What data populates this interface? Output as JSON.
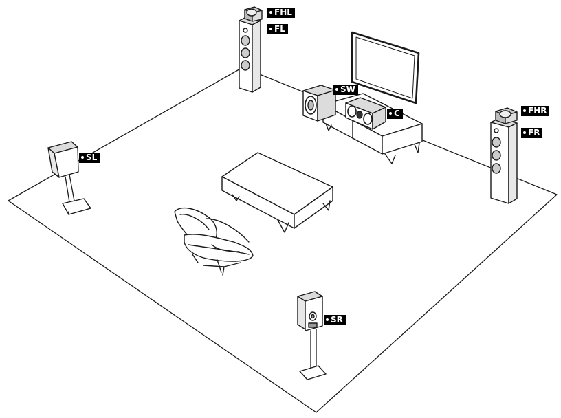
{
  "diagram": {
    "labels": {
      "fhl": "FHL",
      "fl": "FL",
      "sw": "SW",
      "c": "C",
      "fhr": "FHR",
      "fr": "FR",
      "sl": "SL",
      "sr": "SR"
    },
    "colors": {
      "line": "#1a1a1a",
      "fill": "#ffffff",
      "shade": "#d9d9d9",
      "label_bg": "#000000",
      "label_text": "#ffffff"
    }
  }
}
